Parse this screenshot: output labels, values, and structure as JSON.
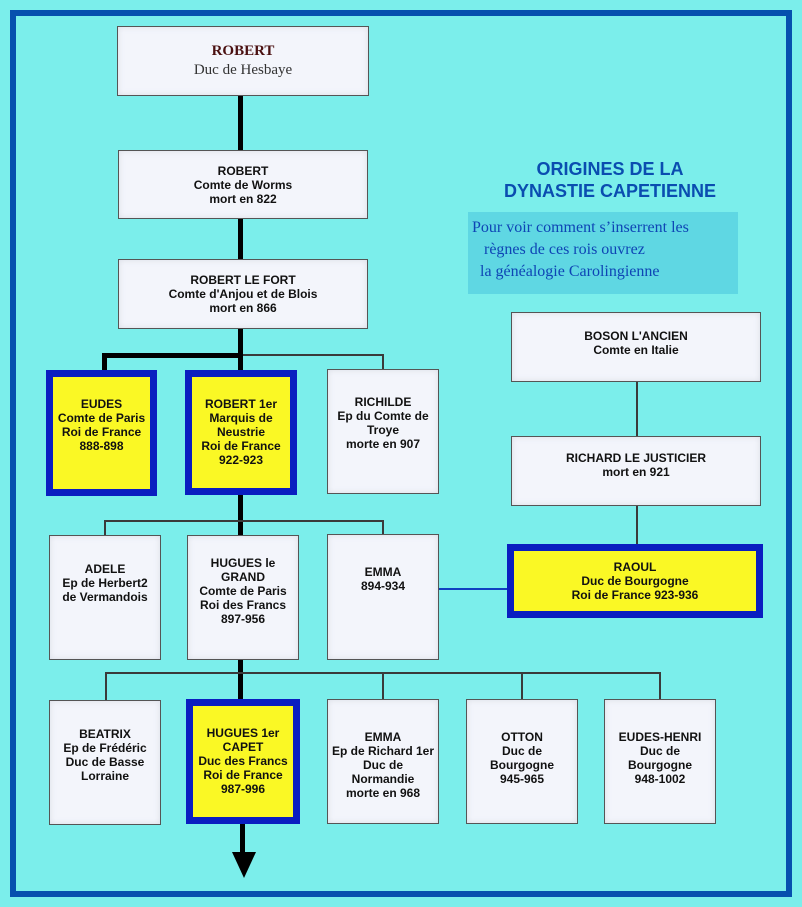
{
  "title": {
    "line1": "ORIGINES DE LA",
    "line2": "DYNASTIE CAPETIENNE"
  },
  "note": {
    "line1": "Pour voir comment s’inserrent les",
    "line2": "   règnes de ces rois ouvrez",
    "line3": "  la généalogie Carolingienne"
  },
  "colors": {
    "background": "#7BEEEB",
    "frame": "#0650AE",
    "king_fill": "#FAF825",
    "king_border": "#0A1EC0",
    "title": "#0A4DB0"
  },
  "people": {
    "robert_hesbaye": {
      "name": "ROBERT",
      "lines": [
        "Duc de Hesbaye"
      ]
    },
    "robert_worms": {
      "name": "ROBERT",
      "lines": [
        "Comte de Worms",
        "mort en 822"
      ]
    },
    "robert_fort": {
      "name": "ROBERT LE FORT",
      "lines": [
        "Comte d'Anjou et de Blois",
        "mort en 866"
      ]
    },
    "eudes": {
      "name": "EUDES",
      "lines": [
        "Comte de Paris",
        "Roi de France",
        "888-898"
      ],
      "king": true
    },
    "robert_1er": {
      "name": "ROBERT 1er",
      "lines": [
        "Marquis de",
        "Neustrie",
        "Roi de France",
        "922-923"
      ],
      "king": true
    },
    "richilde": {
      "name": "RICHILDE",
      "lines": [
        "Ep du Comte de",
        "Troye",
        "morte en 907"
      ]
    },
    "boson": {
      "name": "BOSON L'ANCIEN",
      "lines": [
        "Comte en Italie"
      ]
    },
    "richard": {
      "name": "RICHARD LE JUSTICIER",
      "lines": [
        "mort en 921"
      ]
    },
    "adele": {
      "name": "ADELE",
      "lines": [
        "Ep de Herbert2",
        "de Vermandois"
      ]
    },
    "hugues_grand": {
      "name": "HUGUES le",
      "lines": [
        "GRAND",
        "Comte de Paris",
        "Roi des Francs",
        "897-956"
      ]
    },
    "emma_1": {
      "name": "EMMA",
      "lines": [
        "894-934"
      ]
    },
    "raoul": {
      "name": "RAOUL",
      "lines": [
        "Duc de Bourgogne",
        "Roi de France 923-936"
      ],
      "king": true
    },
    "beatrix": {
      "name": "BEATRIX",
      "lines": [
        "Ep de Frédéric",
        "Duc de Basse",
        "Lorraine"
      ]
    },
    "hugues_capet": {
      "name": "HUGUES 1er",
      "lines": [
        "CAPET",
        "Duc des Francs",
        "Roi de France",
        "987-996"
      ],
      "king": true
    },
    "emma_2": {
      "name": "EMMA",
      "lines": [
        "Ep de Richard 1er",
        "Duc de",
        "Normandie",
        "morte en 968"
      ]
    },
    "otton": {
      "name": "OTTON",
      "lines": [
        "Duc de",
        "Bourgogne",
        "945-965"
      ]
    },
    "eudes_henri": {
      "name": "EUDES-HENRI",
      "lines": [
        "Duc de",
        "Bourgogne",
        "948-1002"
      ]
    }
  }
}
